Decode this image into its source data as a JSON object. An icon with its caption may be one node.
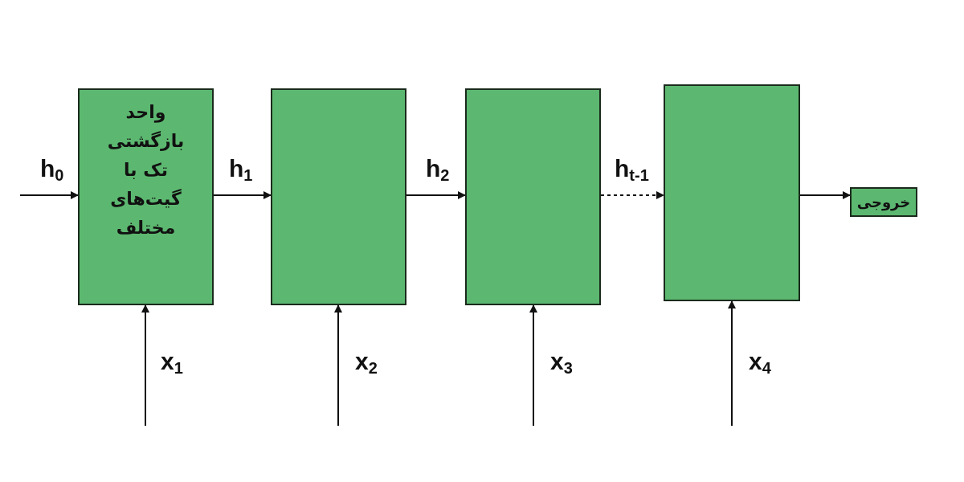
{
  "diagram": {
    "nodes": [
      {
        "text": [
          "واحد بازگشتی تک با گیت‌های مختلف"
        ]
      },
      {
        "text": [],
        "shape": "box"
      },
      {
        "text": [],
        "shape": "box"
      },
      {
        "text": [],
        "shape": "box"
      },
      {
        "text": [
          "خروجی"
        ]
      }
    ],
    "edges": [
      {
        "from": null,
        "to": 0,
        "arrow": "to",
        "label": "h$_{0}$"
      },
      {
        "from": 0,
        "to": 1,
        "arrow": "to",
        "label": "h$_{1}$"
      },
      {
        "from": 1,
        "to": 2,
        "arrow": "to",
        "label": "h$_{2}$"
      },
      {
        "from": 2,
        "to": 3,
        "arrow": "to",
        "label": "h$_{t-1}$",
        "style": "dashed"
      },
      {
        "from": 3,
        "to": 4,
        "arrow": "to"
      },
      {
        "from": null,
        "to": 0,
        "arrow": "to",
        "label": "x$_{1}$"
      },
      {
        "from": null,
        "to": 1,
        "arrow": "to",
        "label": "x$_{2}$"
      },
      {
        "from": null,
        "to": 2,
        "arrow": "to",
        "label": "x$_{3}$"
      },
      {
        "from": null,
        "to": 3,
        "arrow": "to",
        "label": "x$_{4}$"
      }
    ]
  }
}
